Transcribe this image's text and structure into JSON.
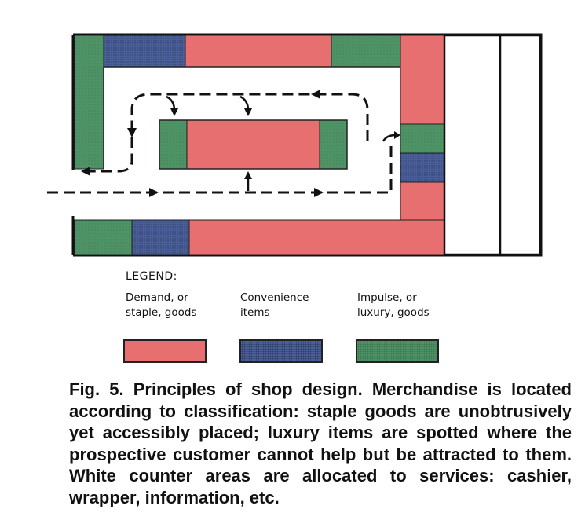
{
  "colors": {
    "demand": "#e86f70",
    "convenience": "#4a5f9a",
    "impulse": "#4e9366",
    "wall": "#111111",
    "counter": "#ffffff"
  },
  "diagram": {
    "zones": [
      {
        "kind": "impulse"
      },
      {
        "kind": "convenience"
      },
      {
        "kind": "demand"
      },
      {
        "kind": "impulse"
      },
      {
        "kind": "demand"
      },
      {
        "kind": "impulse"
      },
      {
        "kind": "convenience"
      },
      {
        "kind": "demand"
      },
      {
        "kind": "impulse"
      },
      {
        "kind": "convenience"
      },
      {
        "kind": "demand"
      },
      {
        "kind": "impulse"
      },
      {
        "kind": "demand"
      },
      {
        "kind": "impulse"
      }
    ],
    "counters": 2,
    "traffic_path": "dashed arrows"
  },
  "legend": {
    "title": "LEGEND:",
    "demand_line1": "Demand, or",
    "demand_line2": "staple, goods",
    "convenience_line1": "Convenience",
    "convenience_line2": "items",
    "impulse_line1": "Impulse, or",
    "impulse_line2": "luxury, goods"
  },
  "caption": "Fig. 5. Principles of shop design. Merchandise is located according to classification: staple goods are unobtrusively yet accessibly placed; luxury items are spotted where the prospective customer cannot help but be attracted to them. White counter areas are allocated to services: cashier, wrapper, information, etc."
}
